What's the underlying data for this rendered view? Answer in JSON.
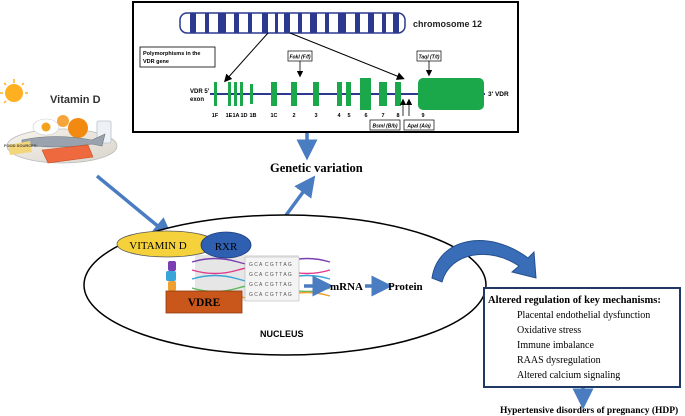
{
  "colors": {
    "exon_green": "#1aa84a",
    "arrow_blue": "#4a7cc2",
    "vitamin_d_yellow": "#f5d23c",
    "rxr_blue": "#2f5fb0",
    "vdre_orange": "#c9561a",
    "chromosome_blue": "#2b3a8f",
    "box_border_navy": "#1f3864"
  },
  "chromosome": {
    "label": "chromosome 12"
  },
  "vdr_gene": {
    "polymorphism_box": "Polymorphisms in the VDR gene",
    "label_5prime_line1": "VDR 5'",
    "label_5prime_line2": "exon",
    "label_3prime": "3' VDR",
    "exons": [
      "1F",
      "1E",
      "1A",
      "1D",
      "1B",
      "1C",
      "2",
      "3",
      "4",
      "5",
      "6",
      "7",
      "8",
      "9"
    ],
    "snps": {
      "foki": "FokI (F/f)",
      "taqi": "TaqI (T/t)",
      "bsmi": "BsmI (B/b)",
      "apai": "ApaI (A/a)"
    }
  },
  "vitamin_d_source": {
    "title": "Vitamin D",
    "food_sources": "FOOD SOURCES:"
  },
  "genetic_variation": "Genetic variation",
  "nucleus": {
    "label": "NUCLEUS",
    "vitamin_d": "VITAMIN D",
    "rxr": "RXR",
    "vdre": "VDRE",
    "mrna": "mRNA",
    "protein": "Protein"
  },
  "mechanisms": {
    "title": "Altered regulation of key mechanisms:",
    "items": [
      "Placental endothelial dysfunction",
      "Oxidative stress",
      "Immune imbalance",
      "RAAS dysregulation",
      "Altered calcium signaling"
    ]
  },
  "outcome": "Hypertensive disorders of pregnancy (HDP)"
}
